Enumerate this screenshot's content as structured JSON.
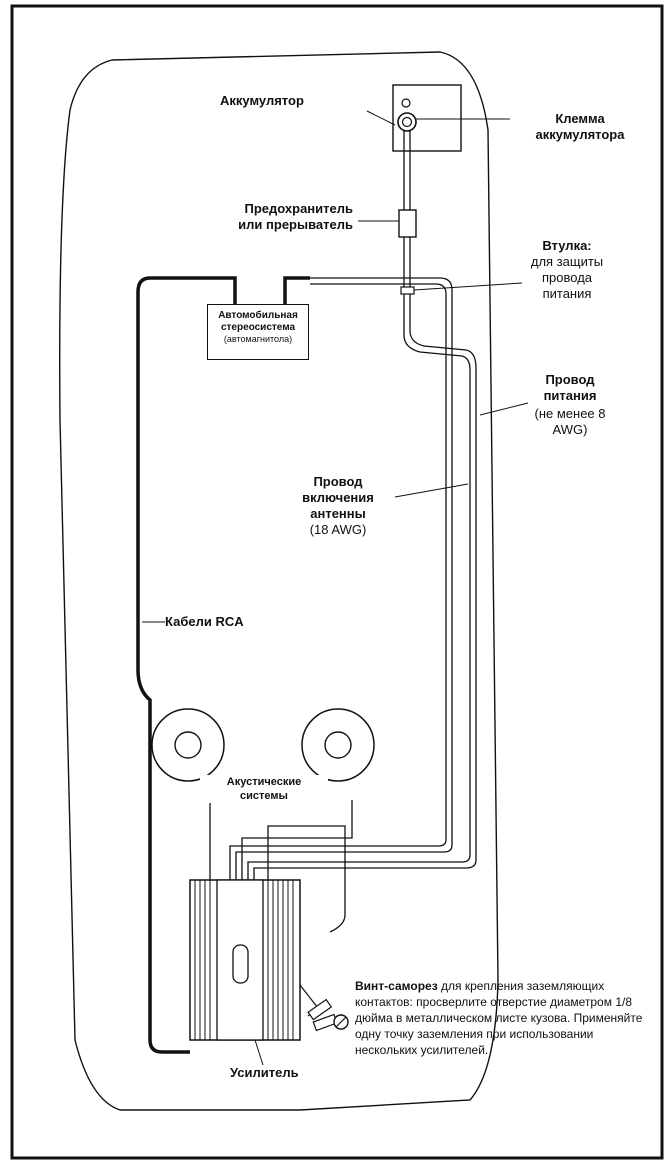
{
  "labels": {
    "battery": "Аккумулятор",
    "battery_terminal": "Клемма\nаккумулятора",
    "fuse": "Предохранитель\nили прерыватель",
    "grommet_title": "Втулка:",
    "grommet_desc": "для защиты\nпровода\nпитания",
    "stereo_bold": "Автомобильная\nстереосистема",
    "stereo_note": "(автомагнитола)",
    "power_wire_title": "Провод\nпитания",
    "power_wire_spec": "(не менее 8\nAWG)",
    "remote_wire_title": "Провод\nвключения\nантенны",
    "remote_wire_spec": "(18 AWG)",
    "rca_cables": "Кабели RCA",
    "speakers": "Акустические\nсистемы",
    "amplifier": "Усилитель",
    "ground_screw_bold": "Винт-саморез",
    "ground_screw_text": " для крепления заземляющих контактов: просверлите отверстие диаметром 1/8 дюйма в металлическом листе кузова. Применяйте одну точку заземления при использовании нескольких усилителей."
  }
}
